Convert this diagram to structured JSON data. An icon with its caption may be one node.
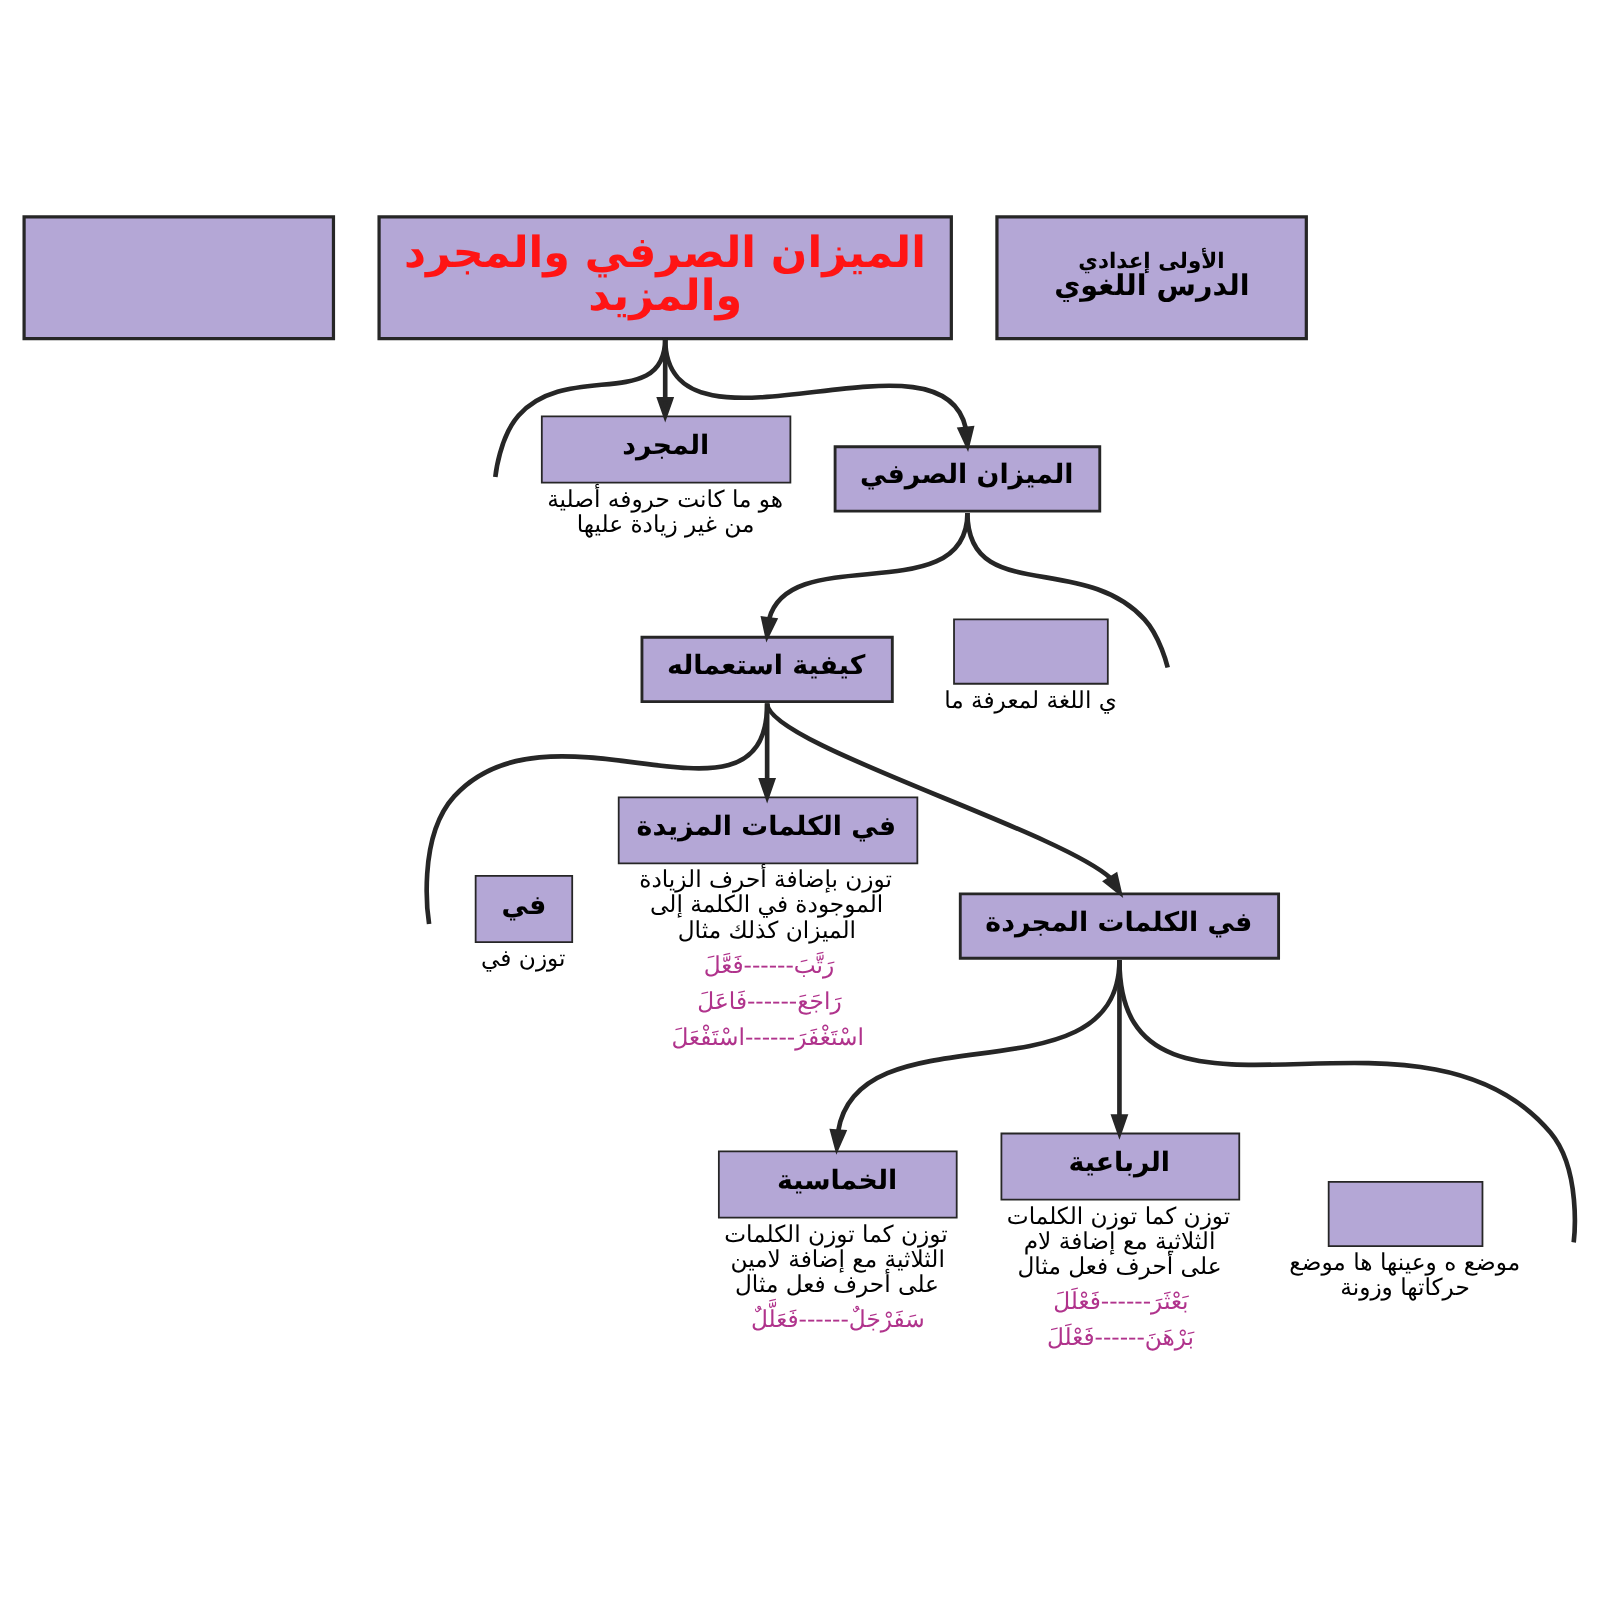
{
  "diagram": {
    "nodes": [
      {
        "text": [
          "الميزان الصرفي والمجرد والمزيد"
        ]
      },
      {
        "text": [
          "الأولى إعدادي",
          "الدرس اللغوي"
        ]
      },
      {
        "text": [],
        "shape": "banner"
      },
      {
        "text": [
          "الميزان الصرفي"
        ]
      },
      {
        "text": [
          "المجرد"
        ],
        "beside": [
          "هو ما كانت حروفه أصلية من غير زيادة عليها"
        ]
      },
      {
        "text": [],
        "shape": "box",
        "beside": [
          "ي اللغة لمعرفة ما"
        ]
      },
      {
        "text": [
          "كيفية استعماله"
        ]
      },
      {
        "text": [
          "في الكلمات المجردة"
        ]
      },
      {
        "text": [
          "في الكلمات المزيدة"
        ],
        "beside": [
          "توزن بإضافة أحرف الزيادة الموجودة في الكلمة إلى الميزان كذلك مثال",
          "رَتَّبَ------فَعَّلَ",
          "رَاجَعَ------فَاعَلَ",
          "اسْتَغْفَرَ------اسْتَفْعَلَ"
        ]
      },
      {
        "text": [
          "في"
        ],
        "beside": [
          "توزن في"
        ]
      },
      {
        "text": [],
        "shape": "box",
        "beside": [
          "موضع ه وعينها ها موضع حركاتها وزونة"
        ]
      },
      {
        "text": [
          "الرباعية"
        ],
        "beside": [
          "توزن كما توزن الكلمات الثلاثية مع إضافة لام على أحرف فعل مثال",
          "بَعْثَرَ------فَعْلَلَ",
          "بَرْهَنَ------فَعْلَلَ"
        ]
      },
      {
        "text": [
          "الخماسية"
        ],
        "beside": [
          "توزن كما توزن الكلمات الثلاثية مع إضافة لامين على أحرف فعل مثال",
          "سَفَرْجَلٌ------فَعَلَّلٌ"
        ]
      }
    ],
    "edges": [
      {
        "from": 0,
        "to": 3,
        "arrow": "to"
      },
      {
        "from": 0,
        "to": 4,
        "arrow": "to"
      },
      {
        "from": 0,
        "to": null,
        "arrow": "none"
      },
      {
        "from": 3,
        "to": null,
        "arrow": "none"
      },
      {
        "from": 3,
        "to": 6,
        "arrow": "to"
      },
      {
        "from": 6,
        "to": 7,
        "arrow": "to"
      },
      {
        "from": 6,
        "to": 8,
        "arrow": "to"
      },
      {
        "from": 6,
        "to": null,
        "arrow": "none"
      },
      {
        "from": 7,
        "to": null,
        "arrow": "none"
      },
      {
        "from": 7,
        "to": 11,
        "arrow": "to"
      },
      {
        "from": 7,
        "to": 12,
        "arrow": "to"
      }
    ]
  }
}
